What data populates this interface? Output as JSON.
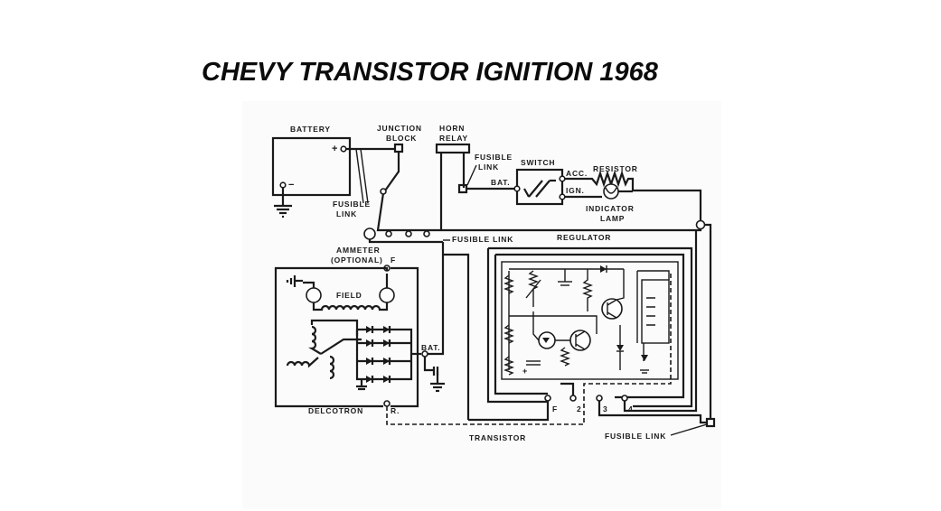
{
  "title": "CHEVY TRANSISTOR IGNITION 1968",
  "labels": {
    "battery": "BATTERY",
    "battery_plus": "+",
    "battery_minus": "−",
    "junction_block_1": "JUNCTION",
    "junction_block_2": "BLOCK",
    "horn_relay_1": "HORN",
    "horn_relay_2": "RELAY",
    "fusible_link_top_1": "FUSIBLE",
    "fusible_link_top_2": "LINK",
    "switch": "SWITCH",
    "acc": "ACC.",
    "bat_switch": "BAT.",
    "ign": "IGN.",
    "resistor": "RESISTOR",
    "indicator_1": "INDICATOR",
    "indicator_2": "LAMP",
    "fusible_link_left_1": "FUSIBLE",
    "fusible_link_left_2": "LINK",
    "fusible_link_mid": "FUSIBLE LINK",
    "regulator": "REGULATOR",
    "ammeter_1": "AMMETER",
    "ammeter_2": "(OPTIONAL)",
    "f_top": "F",
    "field": "FIELD",
    "bat_gen": "BAT.",
    "delcotron": "DELCOTRON",
    "r_term": "R.",
    "reg_f": "F",
    "reg_2": "2",
    "reg_3": "3",
    "reg_4": "4",
    "transistor": "TRANSISTOR",
    "fusible_link_bottom": "FUSIBLE LINK"
  }
}
